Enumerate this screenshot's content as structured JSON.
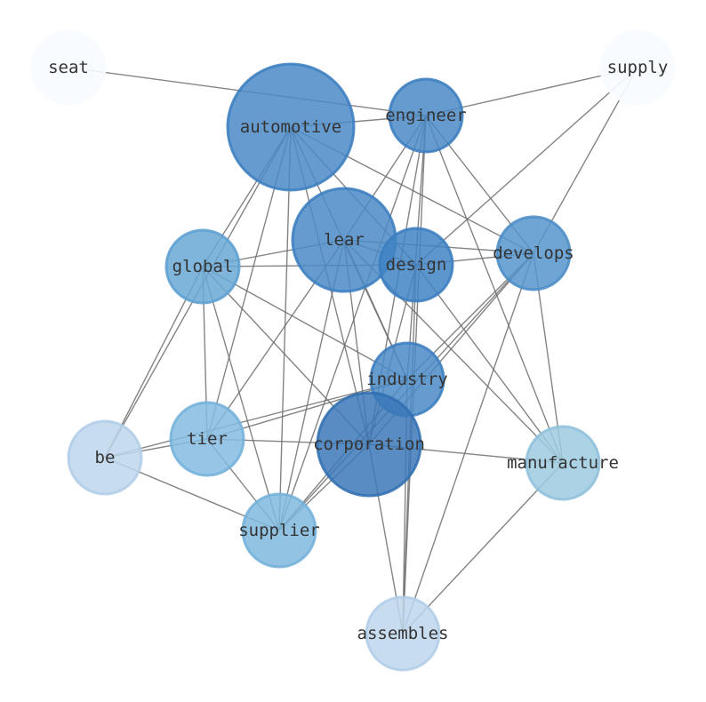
{
  "graph": {
    "nodes": [
      {
        "id": "seat",
        "label": "seat",
        "fill": "#f7fbff",
        "stroke": "#f7fbff",
        "opacity": 0.9
      },
      {
        "id": "supply",
        "label": "supply",
        "fill": "#f7fbff",
        "stroke": "#f7fbff",
        "opacity": 0.9
      },
      {
        "id": "automotive",
        "label": "automotive",
        "fill": "#4a89c6",
        "stroke": "#3a7dbf",
        "opacity": 0.85
      },
      {
        "id": "engineer",
        "label": "engineer",
        "fill": "#4a89c6",
        "stroke": "#3a7dbf",
        "opacity": 0.85
      },
      {
        "id": "lear",
        "label": "lear",
        "fill": "#4a89c6",
        "stroke": "#3a7dbf",
        "opacity": 0.85
      },
      {
        "id": "design",
        "label": "design",
        "fill": "#3f84c4",
        "stroke": "#3a7dbf",
        "opacity": 0.85
      },
      {
        "id": "develops",
        "label": "develops",
        "fill": "#5595cc",
        "stroke": "#4a8cc6",
        "opacity": 0.85
      },
      {
        "id": "global",
        "label": "global",
        "fill": "#6aa8d5",
        "stroke": "#5a9fd0",
        "opacity": 0.85
      },
      {
        "id": "industry",
        "label": "industry",
        "fill": "#4a89c6",
        "stroke": "#3a7dbf",
        "opacity": 0.85
      },
      {
        "id": "tier",
        "label": "tier",
        "fill": "#84bbe0",
        "stroke": "#72b0da",
        "opacity": 0.85
      },
      {
        "id": "corporation",
        "label": "corporation",
        "fill": "#3b78b8",
        "stroke": "#2f6eb0",
        "opacity": 0.85
      },
      {
        "id": "be",
        "label": "be",
        "fill": "#bed6ec",
        "stroke": "#b0cde8",
        "opacity": 0.85
      },
      {
        "id": "manufacture",
        "label": "manufacture",
        "fill": "#9ecae1",
        "stroke": "#8ec0dc",
        "opacity": 0.85
      },
      {
        "id": "supplier",
        "label": "supplier",
        "fill": "#7fb8de",
        "stroke": "#72b0da",
        "opacity": 0.85
      },
      {
        "id": "assembles",
        "label": "assembles",
        "fill": "#bed6ec",
        "stroke": "#b0cde8",
        "opacity": 0.85
      }
    ],
    "edges": [
      [
        "seat",
        "engineer"
      ],
      [
        "supply",
        "engineer"
      ],
      [
        "supply",
        "design"
      ],
      [
        "supply",
        "develops"
      ],
      [
        "automotive",
        "engineer"
      ],
      [
        "automotive",
        "global"
      ],
      [
        "automotive",
        "develops"
      ],
      [
        "automotive",
        "tier"
      ],
      [
        "automotive",
        "supplier"
      ],
      [
        "automotive",
        "corporation"
      ],
      [
        "automotive",
        "industry"
      ],
      [
        "automotive",
        "be"
      ],
      [
        "automotive",
        "design"
      ],
      [
        "engineer",
        "lear"
      ],
      [
        "engineer",
        "develops"
      ],
      [
        "engineer",
        "manufacture"
      ],
      [
        "engineer",
        "industry"
      ],
      [
        "engineer",
        "corporation"
      ],
      [
        "engineer",
        "assembles"
      ],
      [
        "engineer",
        "supplier"
      ],
      [
        "lear",
        "global"
      ],
      [
        "lear",
        "design"
      ],
      [
        "lear",
        "develops"
      ],
      [
        "lear",
        "industry"
      ],
      [
        "lear",
        "corporation"
      ],
      [
        "lear",
        "tier"
      ],
      [
        "lear",
        "supplier"
      ],
      [
        "lear",
        "manufacture"
      ],
      [
        "global",
        "design"
      ],
      [
        "global",
        "industry"
      ],
      [
        "global",
        "corporation"
      ],
      [
        "global",
        "tier"
      ],
      [
        "global",
        "supplier"
      ],
      [
        "global",
        "be"
      ],
      [
        "design",
        "develops"
      ],
      [
        "design",
        "manufacture"
      ],
      [
        "design",
        "corporation"
      ],
      [
        "design",
        "assembles"
      ],
      [
        "develops",
        "industry"
      ],
      [
        "develops",
        "corporation"
      ],
      [
        "develops",
        "manufacture"
      ],
      [
        "develops",
        "supplier"
      ],
      [
        "develops",
        "assembles"
      ],
      [
        "industry",
        "be"
      ],
      [
        "industry",
        "tier"
      ],
      [
        "industry",
        "supplier"
      ],
      [
        "industry",
        "assembles"
      ],
      [
        "tier",
        "corporation"
      ],
      [
        "tier",
        "supplier"
      ],
      [
        "tier",
        "be"
      ],
      [
        "corporation",
        "manufacture"
      ],
      [
        "corporation",
        "supplier"
      ],
      [
        "corporation",
        "assembles"
      ],
      [
        "be",
        "supplier"
      ],
      [
        "manufacture",
        "assembles"
      ]
    ]
  }
}
